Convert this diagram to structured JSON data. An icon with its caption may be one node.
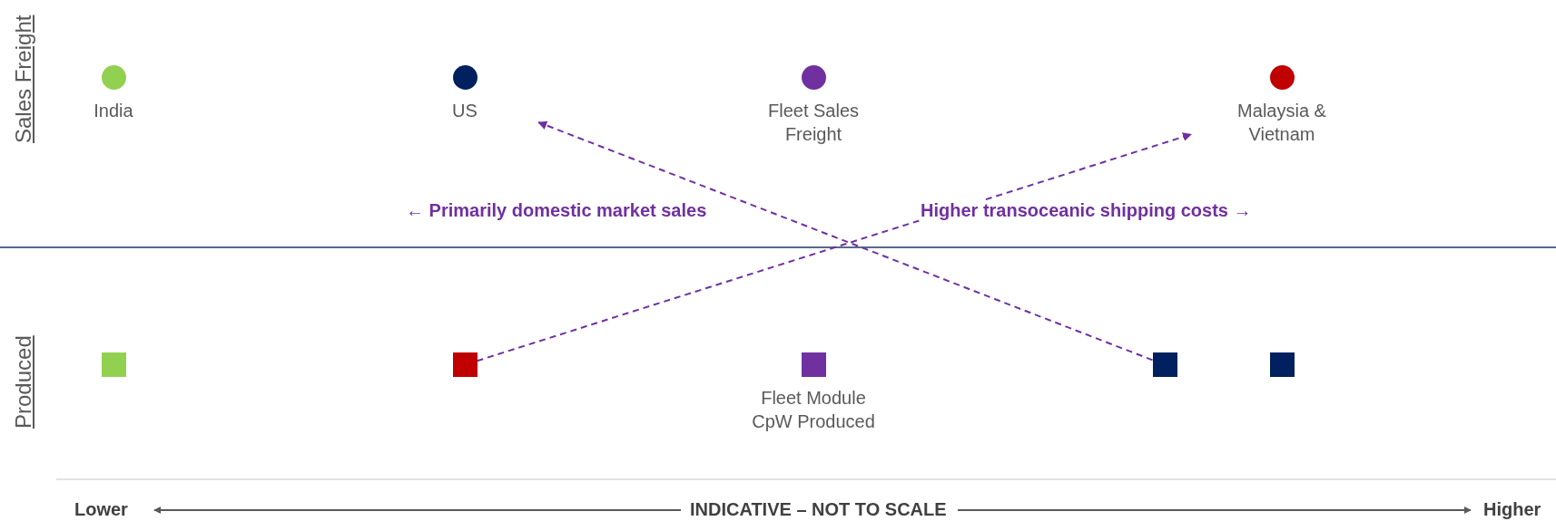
{
  "diagram": {
    "nodes": [
      {
        "text": [
          "India"
        ]
      },
      {
        "text": [
          "US"
        ]
      },
      {
        "text": [
          "Fleet Sales Freight"
        ]
      },
      {
        "text": [
          "Malaysia & Vietnam"
        ]
      },
      {
        "text": [],
        "shape": "box"
      },
      {
        "text": [],
        "shape": "box"
      },
      {
        "text": [
          "Fleet Module CpW Produced"
        ]
      },
      {
        "text": [],
        "shape": "box"
      },
      {
        "text": [],
        "shape": "box"
      }
    ],
    "edges": [
      {
        "from": 5,
        "to": 3,
        "arrow": "to",
        "style": "dashed"
      },
      {
        "from": 7,
        "to": 1,
        "arrow": "to",
        "style": "dashed"
      }
    ],
    "labels": [
      "Sales Freight",
      "Produced",
      "← Primarily domestic market sales",
      "Higher transoceanic shipping costs →",
      "Lower",
      "INDICATIVE – NOT TO SCALE",
      "Higher"
    ]
  }
}
